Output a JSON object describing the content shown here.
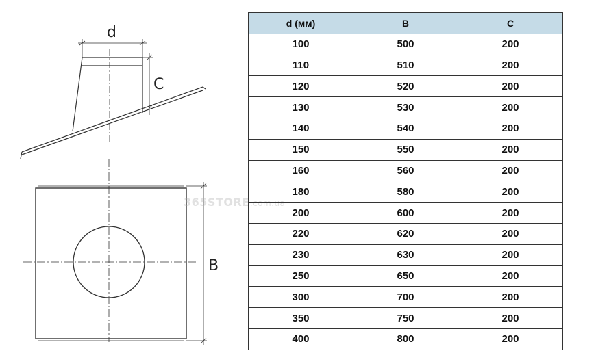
{
  "diagram": {
    "label_d": "d",
    "label_c": "C",
    "label_b": "B",
    "watermark_main": "365STORE",
    "watermark_suffix": ".com.ua"
  },
  "table": {
    "headers": [
      "d (мм)",
      "B",
      "C"
    ],
    "rows": [
      [
        "100",
        "500",
        "200"
      ],
      [
        "110",
        "510",
        "200"
      ],
      [
        "120",
        "520",
        "200"
      ],
      [
        "130",
        "530",
        "200"
      ],
      [
        "140",
        "540",
        "200"
      ],
      [
        "150",
        "550",
        "200"
      ],
      [
        "160",
        "560",
        "200"
      ],
      [
        "180",
        "580",
        "200"
      ],
      [
        "200",
        "600",
        "200"
      ],
      [
        "220",
        "620",
        "200"
      ],
      [
        "230",
        "630",
        "200"
      ],
      [
        "250",
        "650",
        "200"
      ],
      [
        "300",
        "700",
        "200"
      ],
      [
        "350",
        "750",
        "200"
      ],
      [
        "400",
        "800",
        "200"
      ]
    ],
    "header_color": "#c5dbe7"
  }
}
